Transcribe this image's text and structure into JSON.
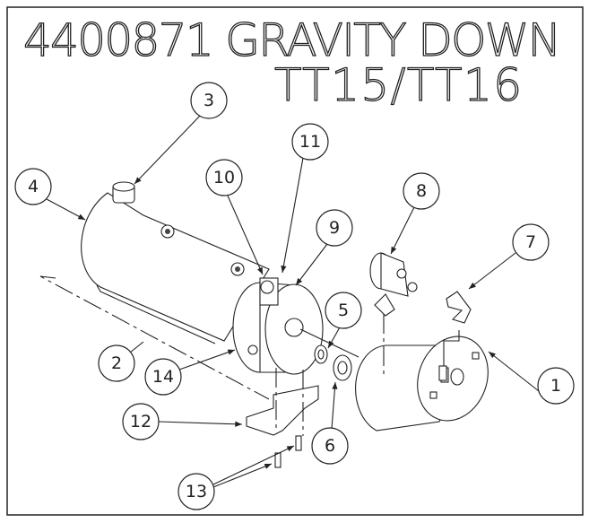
{
  "title": {
    "line1": "4400871  GRAVITY  DOWN",
    "line2": "TT15/TT16"
  },
  "callouts": [
    "1",
    "2",
    "3",
    "4",
    "5",
    "6",
    "7",
    "8",
    "9",
    "10",
    "11",
    "12",
    "13",
    "14"
  ]
}
